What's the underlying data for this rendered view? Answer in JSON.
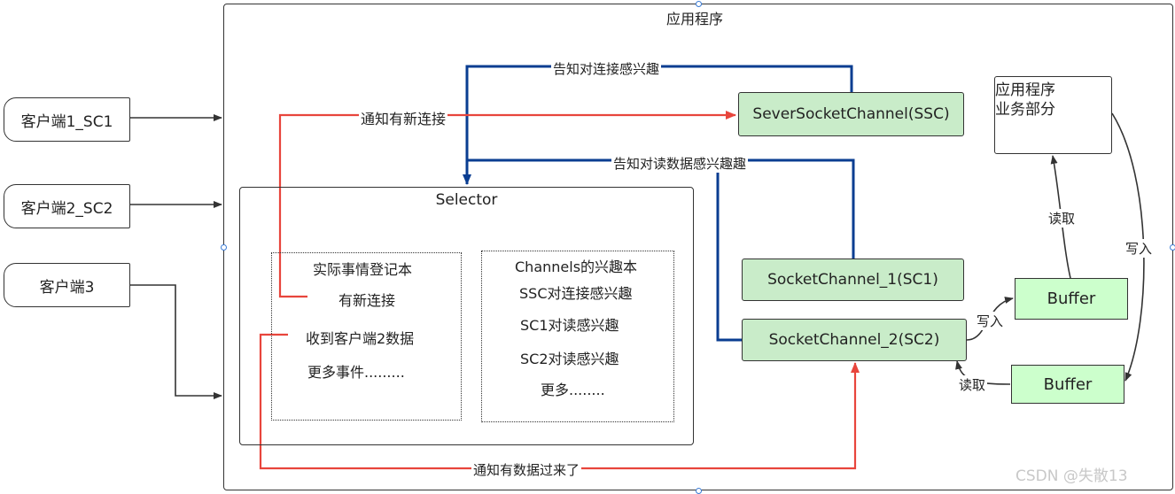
{
  "app": {
    "title": "应用程序"
  },
  "clients": [
    {
      "label": "客户端1_SC1"
    },
    {
      "label": "客户端2_SC2"
    },
    {
      "label": "客户端3"
    }
  ],
  "selector": {
    "title": "Selector",
    "registry": {
      "title": "实际事情登记本",
      "items": [
        "有新连接",
        "收到客户端2数据",
        "更多事件........."
      ]
    },
    "interests": {
      "title": "Channels的兴趣本",
      "items": [
        "SSC对连接感兴趣",
        "SC1对读感兴趣",
        "SC2对读感兴趣",
        "更多........"
      ]
    }
  },
  "channels": {
    "ssc": "SeverSocketChannel(SSC)",
    "sc1": "SocketChannel_1(SC1)",
    "sc2": "SocketChannel_2(SC2)"
  },
  "business": {
    "line1": "应用程序",
    "line2": "业务部分"
  },
  "buffers": {
    "top": "Buffer",
    "bottom": "Buffer"
  },
  "labels": {
    "notify_connect": "告知对连接感兴趣",
    "notify_new_conn": "通知有新连接",
    "notify_read": "告知对读数据感兴趣趣",
    "notify_data": "通知有数据过来了",
    "write1": "写入",
    "read1": "读取",
    "read2": "读取",
    "write2": "写入"
  },
  "colors": {
    "blue": "#0a3d91",
    "red": "#e8453c",
    "green_fill": "#c9ecc9",
    "buffer_fill": "#ccffcc"
  },
  "watermark": "CSDN @失散13"
}
